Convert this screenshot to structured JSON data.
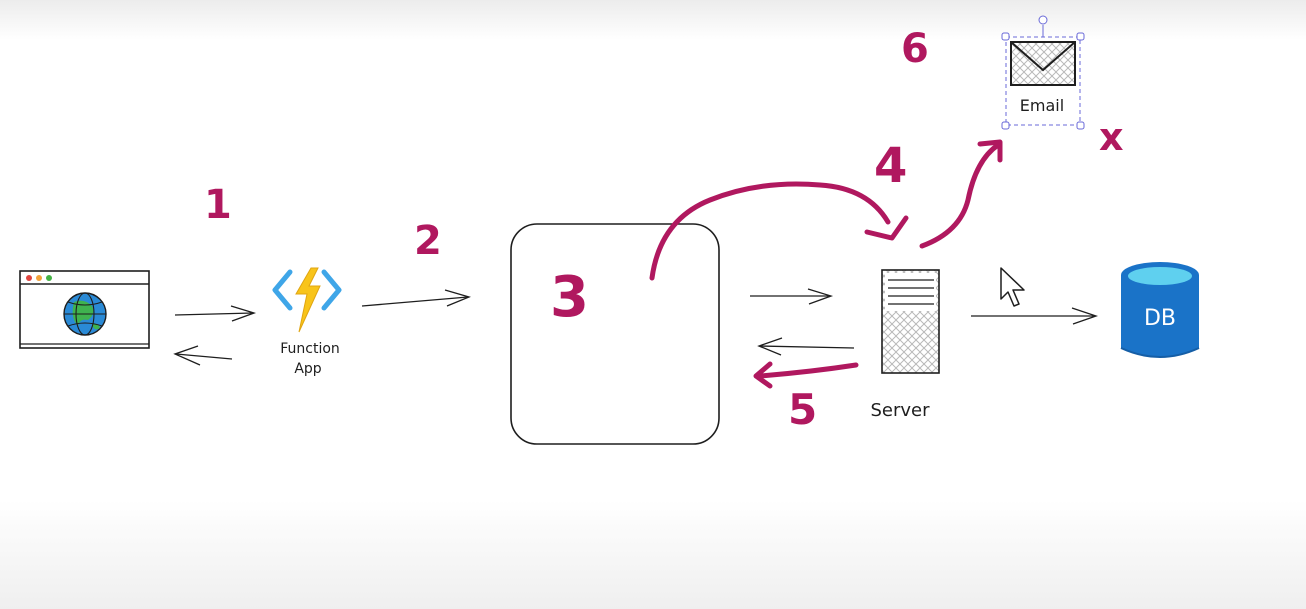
{
  "nodes": {
    "function_app": {
      "label_line1": "Function",
      "label_line2": "App"
    },
    "server": {
      "label": "Server"
    },
    "email": {
      "label": "Email"
    },
    "database": {
      "label": "DB"
    }
  },
  "annotations": {
    "step_1": "1",
    "step_2": "2",
    "step_3": "3",
    "step_4": "4",
    "step_5": "5",
    "step_6": "6",
    "cross_mark": "x"
  },
  "colors": {
    "annotation_ink": "#b0185f",
    "sketch_ink": "#1e1e1e",
    "db_blue": "#1a73c8",
    "db_top": "#5fd0ef",
    "azure_blue": "#3fa6e8",
    "bolt_yellow": "#f8c41a",
    "selection": "#6a6ad8"
  },
  "icons": {
    "browser": "browser-window-icon",
    "globe": "globe-icon",
    "function_app": "azure-function-icon",
    "server": "server-icon",
    "email": "envelope-icon",
    "database": "database-icon",
    "cursor": "mouse-cursor-icon"
  }
}
